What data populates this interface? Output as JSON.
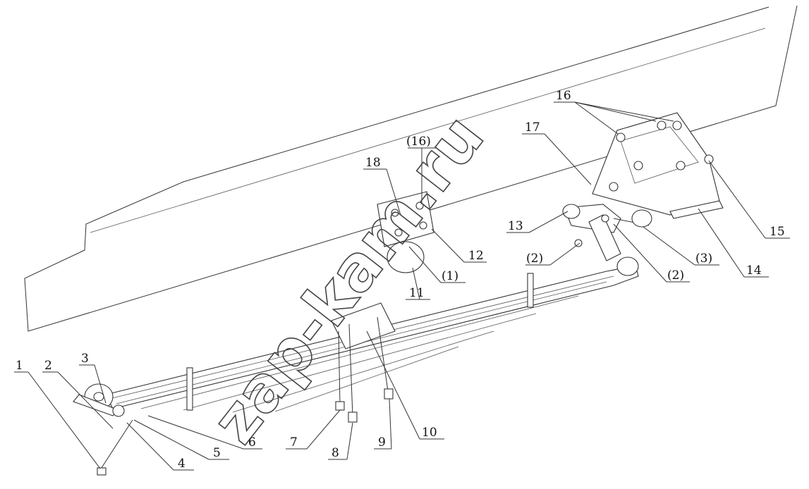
{
  "diagram": {
    "watermark": "zap-kam.ru",
    "labels": [
      "1",
      "2",
      "3",
      "4",
      "5",
      "6",
      "7",
      "8",
      "9",
      "10",
      "11",
      "12",
      "13",
      "14",
      "15",
      "16",
      "17",
      "18",
      "(1)",
      "(2)",
      "(2)",
      "(3)",
      "(16)"
    ]
  }
}
